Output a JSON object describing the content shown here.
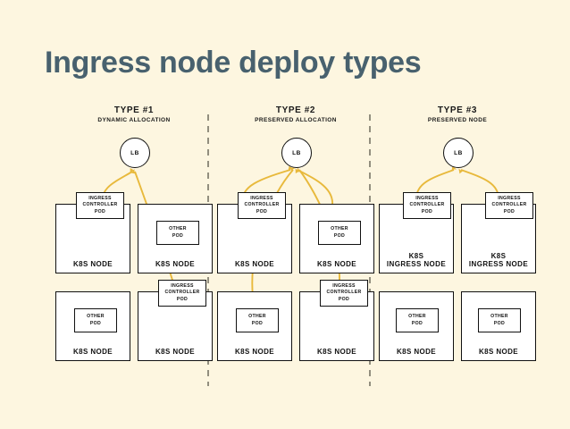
{
  "slide": {
    "title": "Ingress node deploy types",
    "title_color": "#48616E",
    "background_color": "#FDF6E0",
    "connector_color": "#E8B93C"
  },
  "labels": {
    "lb": "LB",
    "ingress_controller_pod": "INGRESS\nCONTROLLER\nPOD",
    "ingress_controller_pod_line1": "INGRESS",
    "ingress_controller_pod_line2": "CONTROLLER",
    "ingress_controller_pod_line3": "POD",
    "other_pod_line1": "OTHER",
    "other_pod_line2": "POD",
    "k8s_node": "K8S NODE",
    "k8s_ingress_node_line1": "K8S",
    "k8s_ingress_node_line2": "INGRESS NODE"
  },
  "columns": [
    {
      "id": "type-1",
      "title": "TYPE #1",
      "subtitle": "DYNAMIC ALLOCATION",
      "lb": "LB",
      "nodes": [
        {
          "position": "top-left",
          "node_label": "K8S NODE",
          "pod_type": "ingress",
          "pod_label": "INGRESS CONTROLLER POD"
        },
        {
          "position": "top-right",
          "node_label": "K8S NODE",
          "pod_type": "other",
          "pod_label": "OTHER POD"
        },
        {
          "position": "bottom-left",
          "node_label": "K8S NODE",
          "pod_type": "other",
          "pod_label": "OTHER POD"
        },
        {
          "position": "bottom-right",
          "node_label": "K8S NODE",
          "pod_type": "ingress",
          "pod_label": "INGRESS CONTROLLER POD"
        }
      ]
    },
    {
      "id": "type-2",
      "title": "TYPE #2",
      "subtitle": "PRESERVED ALLOCATION",
      "lb": "LB",
      "nodes": [
        {
          "position": "top-left",
          "node_label": "K8S NODE",
          "pod_type": "ingress",
          "pod_label": "INGRESS CONTROLLER POD"
        },
        {
          "position": "top-right",
          "node_label": "K8S NODE",
          "pod_type": "other",
          "pod_label": "OTHER POD"
        },
        {
          "position": "bottom-left",
          "node_label": "K8S NODE",
          "pod_type": "other",
          "pod_label": "OTHER POD"
        },
        {
          "position": "bottom-right",
          "node_label": "K8S NODE",
          "pod_type": "ingress",
          "pod_label": "INGRESS CONTROLLER POD"
        }
      ]
    },
    {
      "id": "type-3",
      "title": "TYPE #3",
      "subtitle": "PRESERVED NODE",
      "lb": "LB",
      "nodes": [
        {
          "position": "top-left",
          "node_label": "K8S INGRESS NODE",
          "pod_type": "ingress",
          "pod_label": "INGRESS CONTROLLER POD"
        },
        {
          "position": "top-right",
          "node_label": "K8S INGRESS NODE",
          "pod_type": "ingress",
          "pod_label": "INGRESS CONTROLLER POD"
        },
        {
          "position": "bottom-left",
          "node_label": "K8S NODE",
          "pod_type": "other",
          "pod_label": "OTHER POD"
        },
        {
          "position": "bottom-right",
          "node_label": "K8S NODE",
          "pod_type": "other",
          "pod_label": "OTHER POD"
        }
      ]
    }
  ]
}
